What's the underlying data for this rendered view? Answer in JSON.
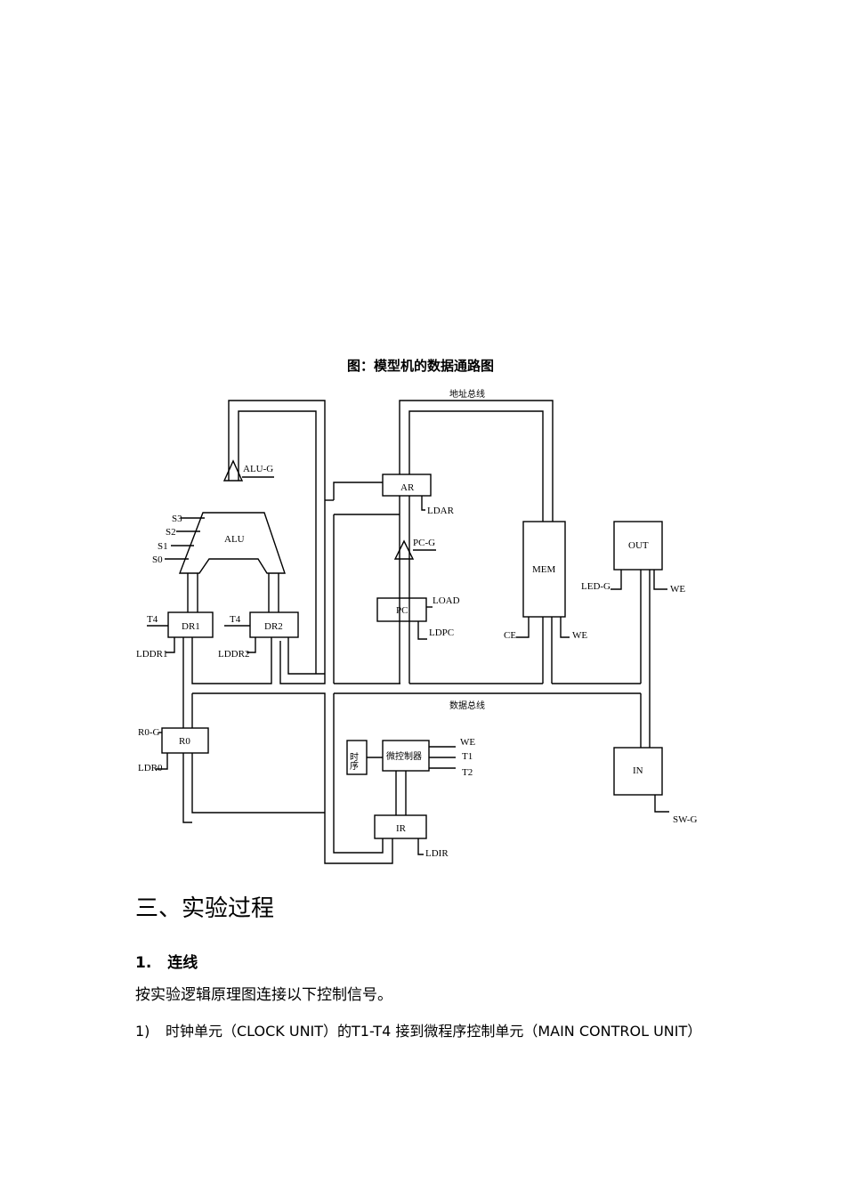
{
  "figure": {
    "title": "图：模型机的数据通路图",
    "address_bus": "地址总线",
    "data_bus": "数据总线",
    "alu": "ALU",
    "alu_g": "ALU-G",
    "s3": "S3",
    "s2": "S2",
    "s1": "S1",
    "s0": "S0",
    "dr1": "DR1",
    "dr2": "DR2",
    "t4_a": "T4",
    "t4_b": "T4",
    "lddr1": "LDDR1",
    "lddr2": "LDDR2",
    "r0": "R0",
    "r0_g": "R0-G",
    "ldr0": "LDR0",
    "ar": "AR",
    "ldar": "LDAR",
    "pc_g": "PC-G",
    "pc": "PC",
    "load": "LOAD",
    "ldpc": "LDPC",
    "mem": "MEM",
    "ce": "CE",
    "we_mem": "WE",
    "out": "OUT",
    "led_g": "LED-G",
    "we_out": "WE",
    "in": "IN",
    "sw_g": "SW-G",
    "timing": "时序",
    "micro": "微控制器",
    "we_micro": "WE",
    "t1": "T1",
    "t2": "T2",
    "ir": "IR",
    "ldir": "LDIR"
  },
  "section": {
    "heading": "三、实验过程"
  },
  "subsection": {
    "number": "1.",
    "title": "连线"
  },
  "paragraph": "按实验逻辑原理图连接以下控制信号。",
  "list": [
    {
      "number": "1)",
      "text": "时钟单元（CLOCK UNIT）的T1-T4 接到微程序控制单元（MAIN CONTROL UNIT）"
    }
  ]
}
